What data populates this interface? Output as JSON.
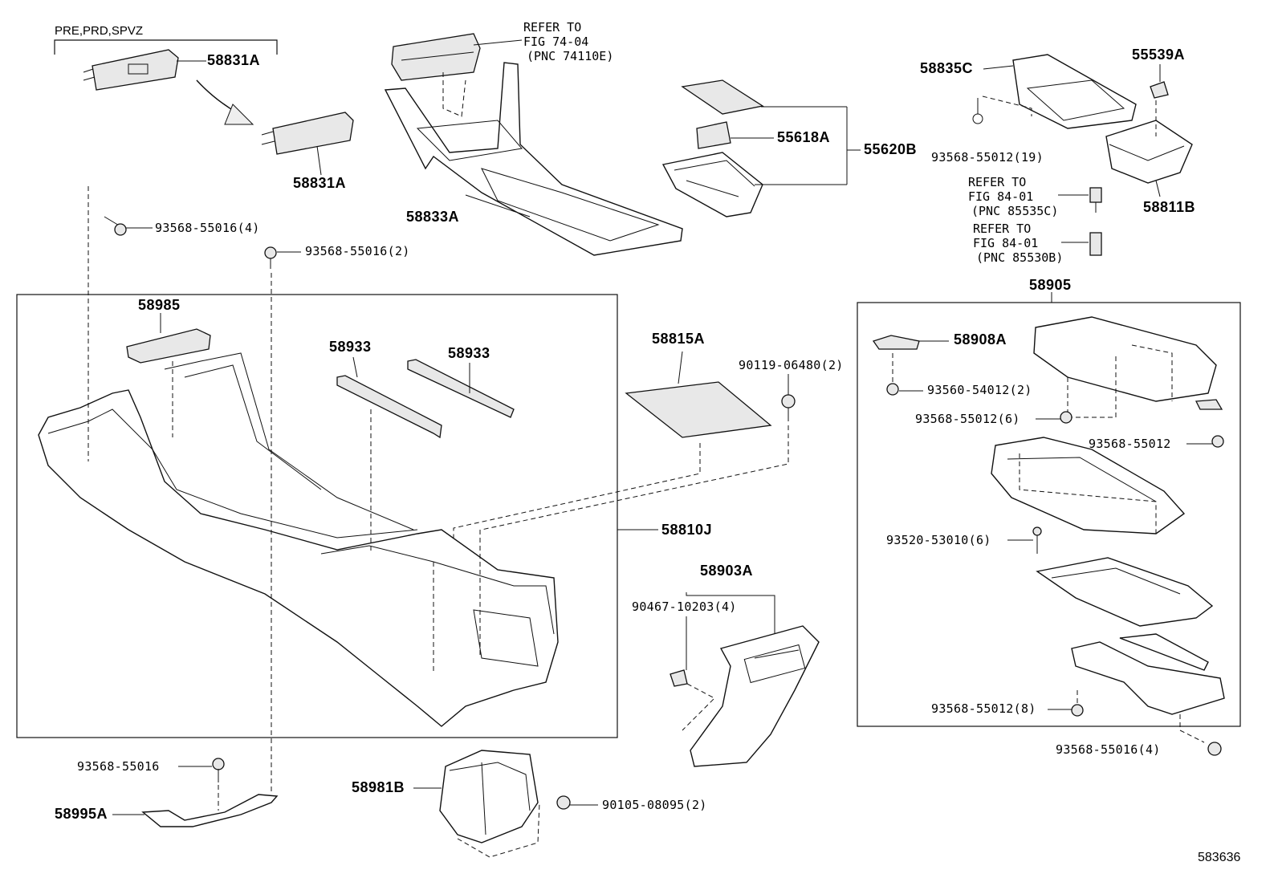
{
  "labels": {
    "variant": "PRE,PRD,SPVZ",
    "p58831A_top": "58831A",
    "p58831A_bottom": "58831A",
    "ref74_line1": "REFER TO",
    "ref74_line2": "FIG 74-04",
    "ref74_line3": "(PNC 74110E)",
    "p58833A": "58833A",
    "p55618A": "55618A",
    "p55620B": "55620B",
    "p58835C": "58835C",
    "p55539A": "55539A",
    "s93568_55012_19": "93568-55012(19)",
    "ref84a_line1": "REFER TO",
    "ref84a_line2": "FIG 84-01",
    "ref84a_line3": "(PNC 85535C)",
    "ref84b_line1": "REFER TO",
    "ref84b_line2": "FIG 84-01",
    "ref84b_line3": "(PNC 85530B)",
    "p58811B": "58811B",
    "s93568_55016_4_top": "93568-55016(4)",
    "s93568_55016_2": "93568-55016(2)",
    "p58985": "58985",
    "p58933_a": "58933",
    "p58933_b": "58933",
    "p58815A": "58815A",
    "s90119_06480_2": "90119-06480(2)",
    "p58810J": "58810J",
    "p58905": "58905",
    "p58908A": "58908A",
    "s93560_54012_2": "93560-54012(2)",
    "s93568_55012_6": "93568-55012(6)",
    "s93568_55012": "93568-55012",
    "s93520_53010_6": "93520-53010(6)",
    "s93568_55012_8": "93568-55012(8)",
    "s93568_55016_4_bottom": "93568-55016(4)",
    "p58903A": "58903A",
    "s90467_10203_4": "90467-10203(4)",
    "s93568_55016": "93568-55016",
    "p58995A": "58995A",
    "p58981B": "58981B",
    "s90105_08095_2": "90105-08095(2)",
    "figure_number": "583636"
  }
}
